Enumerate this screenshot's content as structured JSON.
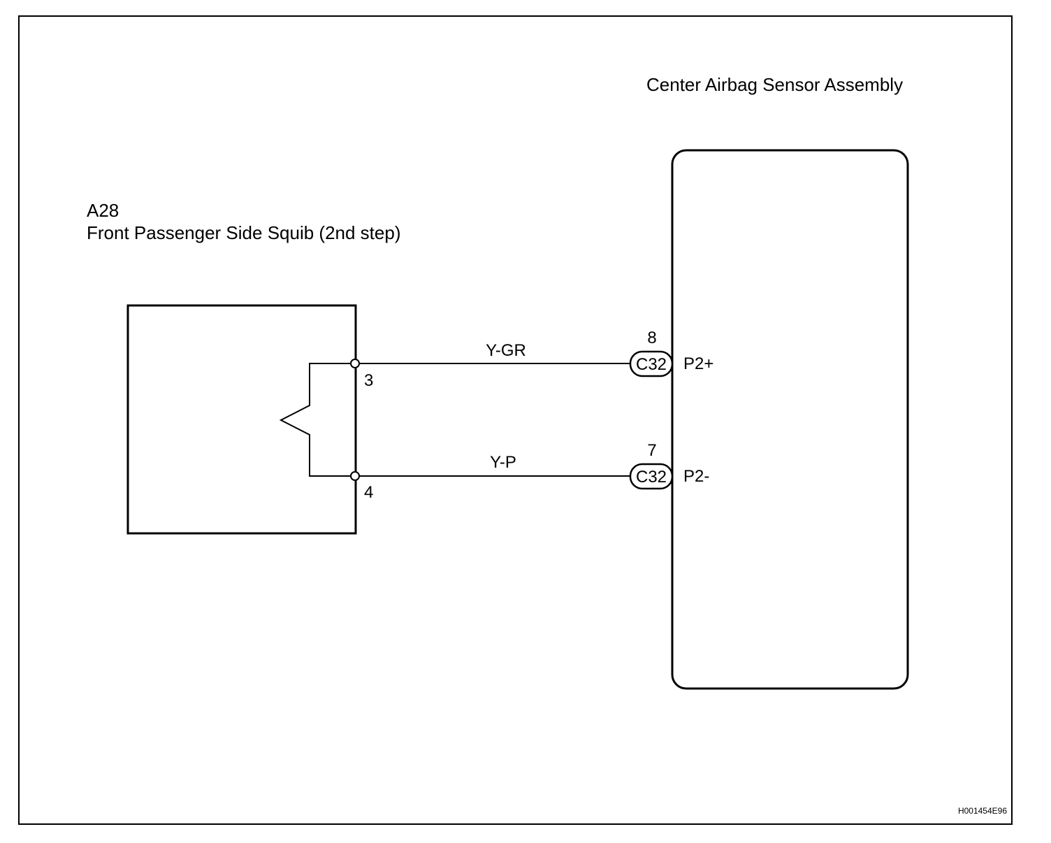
{
  "components": {
    "squib": {
      "code": "A28",
      "name": "Front Passenger Side Squib (2nd step)",
      "pins": {
        "top": "3",
        "bottom": "4"
      }
    },
    "sensor": {
      "name": "Center Airbag Sensor Assembly",
      "terminals": {
        "p2_plus": "P2+",
        "p2_minus": "P2-"
      }
    }
  },
  "wires": {
    "top": {
      "color": "Y-GR",
      "connector": "C32",
      "pin": "8"
    },
    "bottom": {
      "color": "Y-P",
      "connector": "C32",
      "pin": "7"
    }
  },
  "figure_id": "H001454E96"
}
